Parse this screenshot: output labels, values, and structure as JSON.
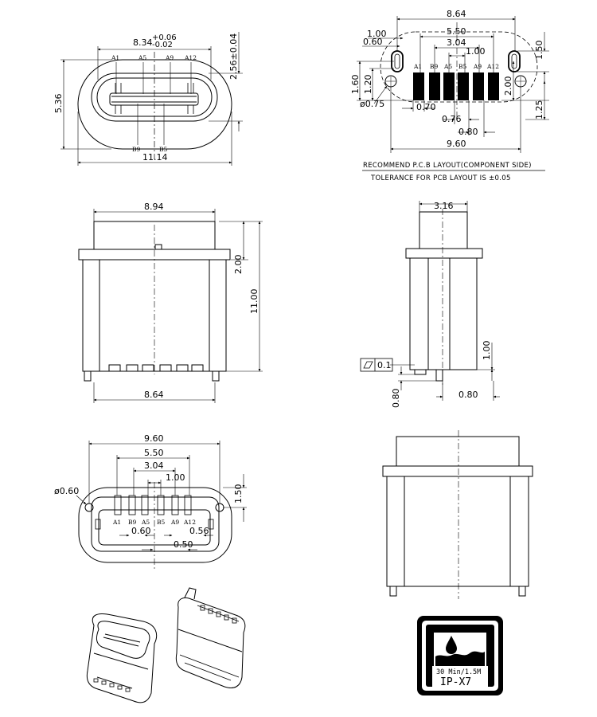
{
  "front_view": {
    "dims": {
      "top_width": "8.34",
      "tol_plus": "+0.06",
      "tol_minus": "-0.02",
      "right_height": "2.56±0.04",
      "left_height": "5.36",
      "bottom_width": "11.14"
    },
    "top_pins": [
      "A1",
      "A5",
      "A9",
      "A12"
    ],
    "bottom_pins": [
      "B9",
      "B5"
    ]
  },
  "pcb_layout": {
    "dims": {
      "overall": "8.64",
      "d550": "5.50",
      "d304": "3.04",
      "d100": "1.00",
      "left_100": "1.00",
      "left_060": "0.60",
      "right_150": "1.50",
      "left_160": "1.60",
      "left_120": "1.20",
      "hole_dia": "ø0.75",
      "pad_070": "0.70",
      "pad_076": "0.76",
      "pad_080": "0.80",
      "right_200": "2.00",
      "right_125": "1.25",
      "bottom_960": "9.60"
    },
    "pads": [
      "A1",
      "B9",
      "A5",
      "B5",
      "A9",
      "A12"
    ],
    "title": "RECOMMEND P.C.B LAYOUT(COMPONENT SIDE)",
    "tolerance": "TOLERANCE FOR PCB LAYOUT IS ±0.05"
  },
  "side_view": {
    "dims": {
      "top": "8.94",
      "bottom": "8.64",
      "flange": "2.00",
      "height": "11.00"
    }
  },
  "end_view": {
    "dims": {
      "top": "3.16",
      "right": "1.00",
      "bottom": "0.80",
      "left_vertical": "0.80"
    },
    "flatness_value": "0.1"
  },
  "bottom_view": {
    "dims": {
      "overall": "9.60",
      "d550": "5.50",
      "d304": "3.04",
      "d100": "1.00",
      "hole": "ø0.60",
      "right_150": "1.50",
      "d060": "0.60",
      "d056": "0.56",
      "d050": "0.50"
    },
    "pins": [
      "A1",
      "B9",
      "A5",
      "B5",
      "A9",
      "A12"
    ]
  },
  "ip_badge": {
    "line1": "30 Min/1.5M",
    "line2": "IP-X7"
  }
}
